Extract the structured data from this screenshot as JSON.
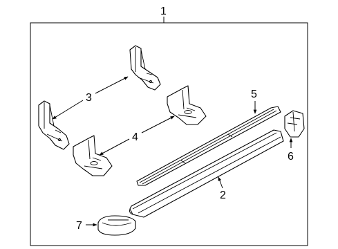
{
  "callouts": {
    "c1": "1",
    "c2": "2",
    "c3": "3",
    "c4": "4",
    "c5": "5",
    "c6": "6",
    "c7": "7"
  },
  "parts": [
    {
      "callout": "1",
      "name": "running-board-assembly"
    },
    {
      "callout": "2",
      "name": "step-board"
    },
    {
      "callout": "3",
      "name": "front-mounting-brackets"
    },
    {
      "callout": "4",
      "name": "rear-mounting-brackets"
    },
    {
      "callout": "5",
      "name": "step-pad"
    },
    {
      "callout": "6",
      "name": "end-cap"
    },
    {
      "callout": "7",
      "name": "end-cap"
    }
  ],
  "colors": {
    "line": "#000000",
    "background": "#ffffff"
  }
}
